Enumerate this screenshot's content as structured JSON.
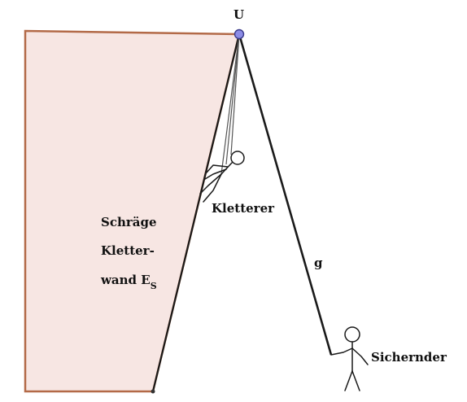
{
  "colors": {
    "wall_fill": "#f7e6e3",
    "wall_border": "#b36a48",
    "rope": "#1a1a1a",
    "climber_ropes": "#555555",
    "anchor": "#8c8ce6",
    "anchor_stroke": "#3a3a8a",
    "ink": "#111111"
  },
  "labels": {
    "anchor": "U",
    "climber": "Kletterer",
    "rope": "g",
    "belayer": "Sichernder",
    "wall_line1": "Schräge",
    "wall_line2": "Kletter-",
    "wall_line3": "wand E",
    "wall_subscript": "S"
  },
  "icons": {
    "climber": "stick-figure-climbing-icon",
    "belayer": "stick-figure-standing-icon",
    "anchor": "anchor-point-icon"
  }
}
